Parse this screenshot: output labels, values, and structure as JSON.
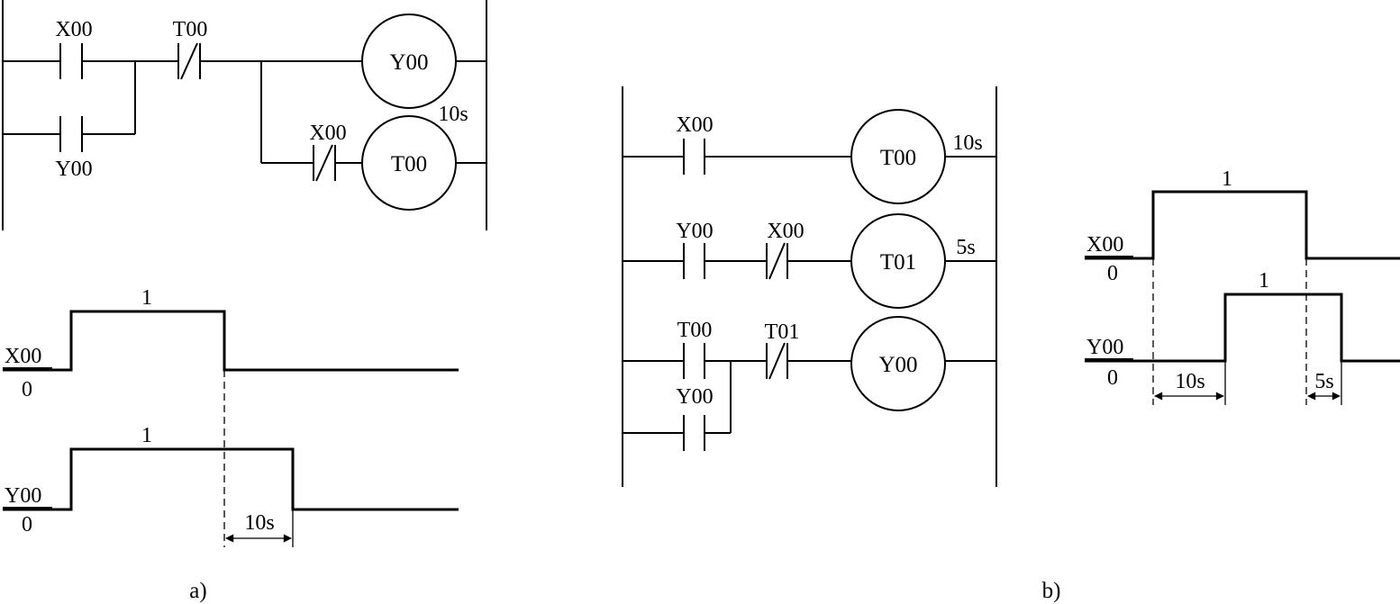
{
  "diagram_a": {
    "caption": "a)",
    "ladder": {
      "contacts": {
        "x00_no": "X00",
        "y00_no": "Y00",
        "t00_nc": "T00",
        "x00_nc": "X00"
      },
      "coils": {
        "y00": "Y00",
        "t00": "T00"
      },
      "timer_preset": "10s"
    },
    "timing": {
      "x00": {
        "label": "X00",
        "zero": "0",
        "one": "1"
      },
      "y00": {
        "label": "Y00",
        "zero": "0",
        "one": "1"
      },
      "delay": "10s"
    }
  },
  "diagram_b": {
    "caption": "b)",
    "ladder": {
      "rung1": {
        "contact": "X00",
        "coil": "T00",
        "preset": "10s"
      },
      "rung2": {
        "contact_no": "Y00",
        "contact_nc": "X00",
        "coil": "T01",
        "preset": "5s"
      },
      "rung3": {
        "contact_no": "T00",
        "contact_parallel": "Y00",
        "contact_nc": "T01",
        "coil": "Y00"
      }
    },
    "timing": {
      "x00": {
        "label": "X00",
        "zero": "0",
        "one": "1"
      },
      "y00": {
        "label": "Y00",
        "zero": "0",
        "one": "1"
      },
      "delay_on": "10s",
      "delay_off": "5s"
    }
  }
}
